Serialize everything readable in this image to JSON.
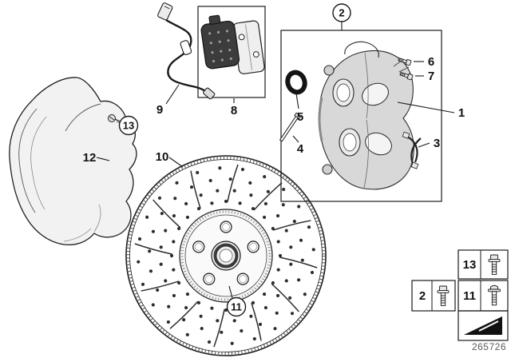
{
  "callouts": {
    "n1": "1",
    "n2": "2",
    "n3": "3",
    "n4": "4",
    "n5": "5",
    "n6": "6",
    "n7": "7",
    "n8": "8",
    "n9": "9",
    "n10": "10",
    "n11": "11",
    "n12": "12",
    "n13": "13"
  },
  "legend": {
    "rows": [
      {
        "label": "13",
        "icon": "hex-flange-bolt-icon"
      },
      {
        "label": "2",
        "icon": "hex-flange-bolt-icon"
      },
      {
        "label": "11",
        "icon": "collar-screw-icon"
      }
    ],
    "arrow_icon": "direction-arrow-icon"
  },
  "footer": {
    "drawing_number": "265726"
  },
  "colors": {
    "line": "#1a1a1a",
    "metal_light": "#f2f2f2",
    "metal_mid": "#d8d8d8",
    "part_black": "#141414"
  }
}
